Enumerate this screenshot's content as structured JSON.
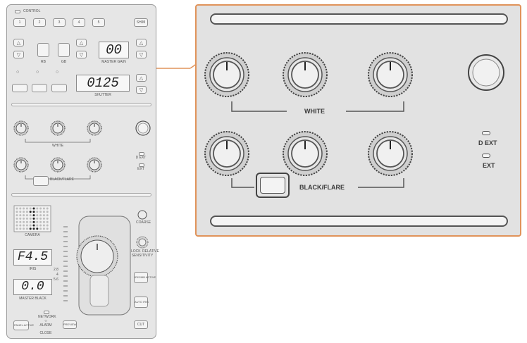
{
  "colors": {
    "callout": "#e0935a",
    "panel": "#e6e6e6",
    "zoom_panel": "#e2e2e2"
  },
  "panel": {
    "header": "CONTROL",
    "camera_buttons": [
      "1",
      "2",
      "3",
      "4",
      "5",
      "SHIM"
    ],
    "master_gain_value": "00",
    "master_gain_label": "MASTER GAIN",
    "small_labels": [
      "RB",
      "GB"
    ],
    "shutter_value": "0125",
    "shutter_label": "SHUTTER",
    "white_label": "WHITE",
    "black_flare_label": "BLACK/FLARE",
    "ext_labels": [
      "D EXT",
      "EXT"
    ],
    "camera_label": "CAMERA",
    "iris_value": "F4.5",
    "iris_label": "IRIS",
    "master_black_value": "0.0",
    "master_black_label": "MASTER BLACK",
    "iris_scale": [
      "2.8",
      "4",
      "5.6"
    ],
    "coarse_label": "COARSE",
    "lock_label": "LOCK",
    "relative_label": "RELATIVE",
    "sensitivity_label": "SENSITIVITY",
    "iris_mb_active_label": "IRIS/MB ACTIVE",
    "auto_iris_label": "AUTO IRIS",
    "cut_label": "CUT",
    "preview_label": "PREVIEW",
    "panel_active_label": "PANEL ACTIVE",
    "network_label": "NETWORK",
    "alarm_label": "ALARM",
    "close_label": "CLOSE"
  },
  "zoom": {
    "white_label": "WHITE",
    "black_flare_label": "BLACK/FLARE",
    "d_ext_label": "D EXT",
    "ext_label": "EXT"
  }
}
